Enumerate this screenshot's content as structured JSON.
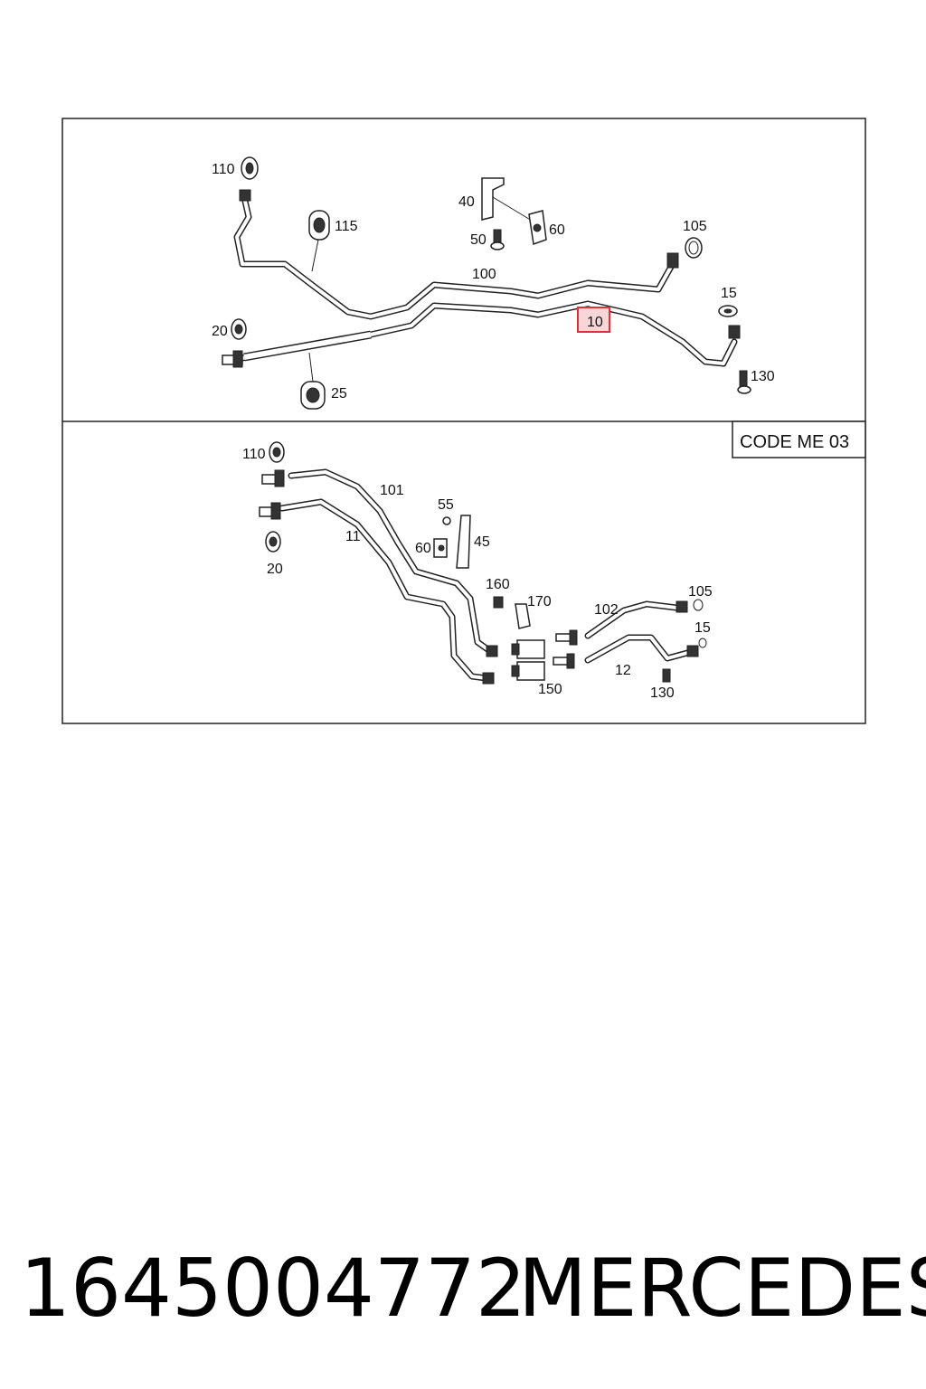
{
  "upper_panel": {
    "callouts": [
      {
        "id": "c110",
        "text": "110"
      },
      {
        "id": "c115",
        "text": "115"
      },
      {
        "id": "c40",
        "text": "40"
      },
      {
        "id": "c50",
        "text": "50"
      },
      {
        "id": "c60",
        "text": "60"
      },
      {
        "id": "c105",
        "text": "105"
      },
      {
        "id": "c100",
        "text": "100"
      },
      {
        "id": "c15",
        "text": "15"
      },
      {
        "id": "c10",
        "text": "10",
        "highlighted": true
      },
      {
        "id": "c20",
        "text": "20"
      },
      {
        "id": "c25",
        "text": "25"
      },
      {
        "id": "c130",
        "text": "130"
      }
    ]
  },
  "lower_panel": {
    "code_label": "CODE ME 03",
    "callouts": [
      {
        "id": "c110",
        "text": "110"
      },
      {
        "id": "c101",
        "text": "101"
      },
      {
        "id": "c55",
        "text": "55"
      },
      {
        "id": "c11",
        "text": "11"
      },
      {
        "id": "c60",
        "text": "60"
      },
      {
        "id": "c45",
        "text": "45"
      },
      {
        "id": "c20",
        "text": "20"
      },
      {
        "id": "c160",
        "text": "160"
      },
      {
        "id": "c170",
        "text": "170"
      },
      {
        "id": "c102",
        "text": "102"
      },
      {
        "id": "c105",
        "text": "105"
      },
      {
        "id": "c15",
        "text": "15"
      },
      {
        "id": "c12",
        "text": "12"
      },
      {
        "id": "c150",
        "text": "150"
      },
      {
        "id": "c130",
        "text": "130"
      }
    ]
  },
  "highlight_color": "#e0303a",
  "footer": {
    "part_number": "1645004772",
    "brand": "MERCEDES"
  }
}
